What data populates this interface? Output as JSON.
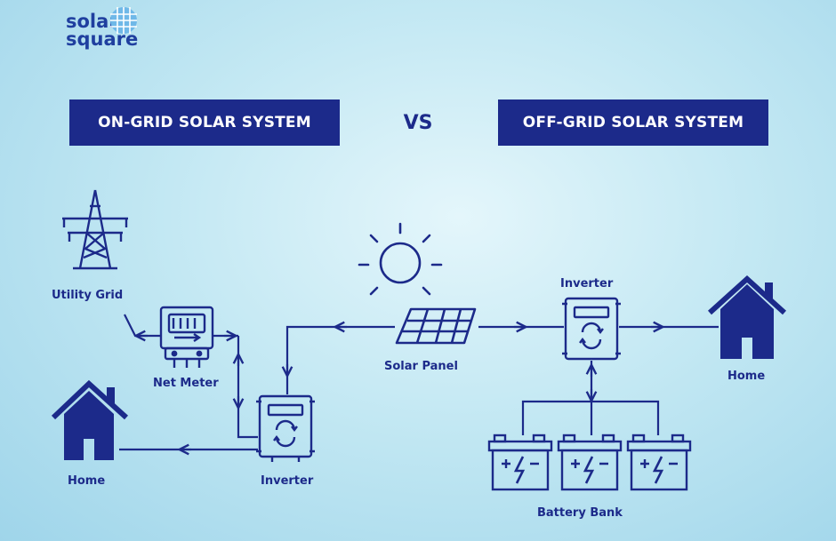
{
  "brand": {
    "line1": "solar",
    "line2": "square"
  },
  "banners": {
    "left": "ON-GRID SOLAR SYSTEM",
    "vs": "VS",
    "right": "OFF-GRID SOLAR SYSTEM"
  },
  "labels": {
    "utility_grid": "Utility Grid",
    "net_meter": "Net Meter",
    "home_left": "Home",
    "inverter_left": "Inverter",
    "solar_panel": "Solar Panel",
    "inverter_right": "Inverter",
    "home_right": "Home",
    "battery_bank": "Battery Bank"
  },
  "colors": {
    "primary": "#1c2a8a",
    "logo": "#1f3f9f"
  }
}
